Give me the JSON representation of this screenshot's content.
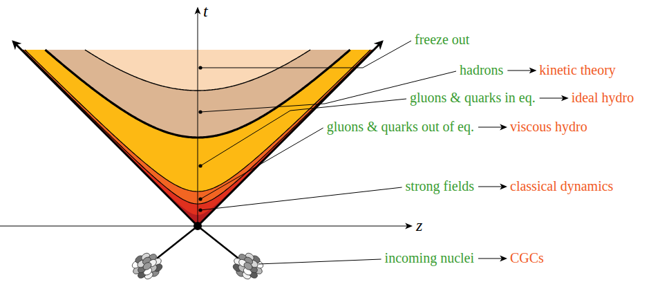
{
  "diagram": {
    "labels": [
      "t",
      "z",
      "freeze out",
      "hadrons",
      "kinetic theory",
      "gluons & quarks in eq.",
      "ideal hydro",
      "gluons & quarks out of eq.",
      "viscous hydro",
      "strong fields",
      "classical dynamics",
      "incoming nuclei",
      "CGCs"
    ]
  }
}
